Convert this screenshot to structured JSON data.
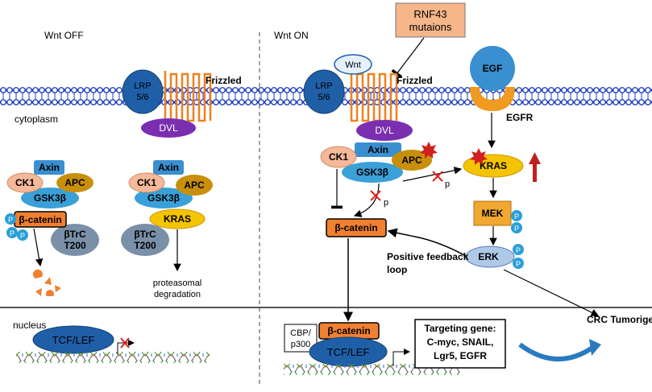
{
  "header": {
    "wnt_off": "Wnt OFF",
    "wnt_on": "Wnt ON"
  },
  "compartments": {
    "cytoplasm": "cytoplasm",
    "nucleus": "nucleus"
  },
  "membrane": {
    "lrp_line1": "LRP",
    "lrp_line2": "5/6",
    "frizzled": "Frizzled",
    "wnt": "Wnt",
    "egf": "EGF",
    "egfr": "EGFR"
  },
  "rnf43": {
    "line1": "RNF43",
    "line2": "mutaions"
  },
  "proteins": {
    "dvl": "DVL",
    "axin": "Axin",
    "ck1": "CK1",
    "apc": "APC",
    "gsk3b": "GSK3β",
    "beta_catenin": "β-catenin",
    "btrc_line1": "βTrC",
    "btrc_line2": "T200",
    "kras": "KRAS",
    "mek": "MEK",
    "erk": "ERK",
    "p": "P",
    "p_small": "p"
  },
  "labels": {
    "proteasomal_line1": "proteasomal",
    "proteasomal_line2": "degradation",
    "feedback_line1": "Positive feedback",
    "feedback_line2": "loop",
    "tcf_lef": "TCF/LEF",
    "cbp_line1": "CBP/",
    "cbp_line2": "p300",
    "target_line1": "Targeting gene:",
    "target_line2": "C-myc, SNAIL,",
    "target_line3": "Lgr5, EGFR",
    "crc": "CRC Tumorigenesis"
  },
  "colors": {
    "membrane_blue": "#1f3fbf",
    "lrp_blue": "#1f5fa8",
    "dvl_purple": "#7a2fb0",
    "axin_blue": "#3a8fd0",
    "ck1_peach": "#f5b89a",
    "apc_gold": "#c8900a",
    "gsk_blue": "#3aa0d8",
    "btrc_slate": "#7a8fa8",
    "kras_yellow": "#f5c400",
    "mek_orange": "#f0a830",
    "erk_blue": "#aec8e8",
    "catenin_orange": "#f08030",
    "frizzled_orange": "#f08020",
    "p_blue": "#2a9fd8",
    "inhibit_red": "#e02020",
    "rnf_fill": "#f7b58a"
  }
}
